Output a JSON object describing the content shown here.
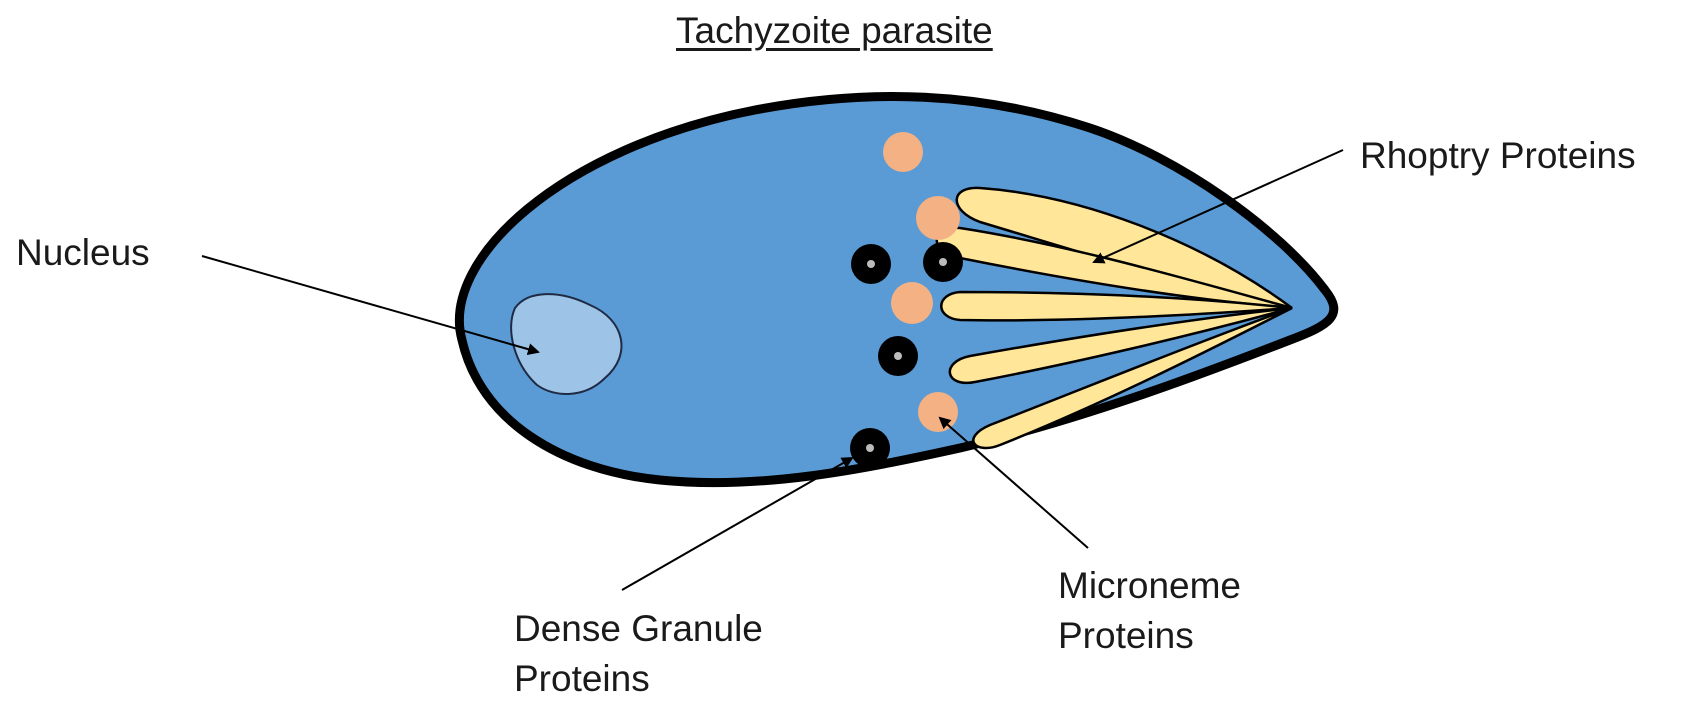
{
  "title": "Tachyzoite parasite",
  "labels": {
    "nucleus": "Nucleus",
    "rhoptry": "Rhoptry Proteins",
    "microneme_line1": "Microneme",
    "microneme_line2": "Proteins",
    "dense_line1": "Dense Granule",
    "dense_line2": "Proteins"
  },
  "colors": {
    "cell_fill": "#5b9bd5",
    "cell_outline": "#000000",
    "nucleus_fill": "#9dc3e6",
    "rhoptry_fill": "#ffe699",
    "microneme_fill": "#f4b183",
    "dense_granule_fill": "#000000"
  }
}
